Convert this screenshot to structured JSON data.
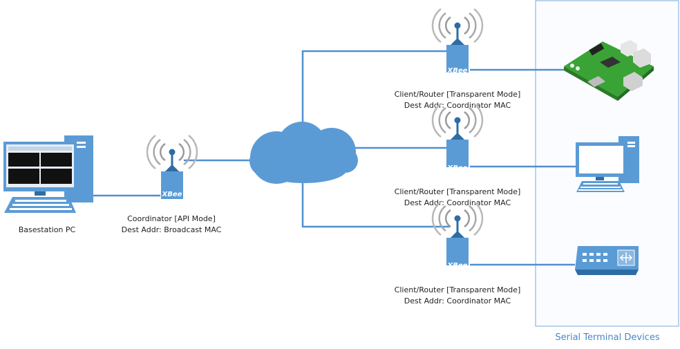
{
  "nodes": {
    "basestation": {
      "label": "Basestation PC"
    },
    "coordinator": {
      "badge": "XBee",
      "line1": "Coordinator [API Mode]",
      "line2": "Dest Addr: Broadcast MAC"
    },
    "router1": {
      "badge": "XBee",
      "line1": "Client/Router [Transparent Mode]",
      "line2": "Dest Addr: Coordinator MAC"
    },
    "router2": {
      "badge": "XBee",
      "line1": "Client/Router [Transparent Mode]",
      "line2": "Dest Addr: Coordinator MAC"
    },
    "router3": {
      "badge": "XBee",
      "line1": "Client/Router [Transparent Mode]",
      "line2": "Dest Addr: Coordinator MAC"
    }
  },
  "group": {
    "label": "Serial Terminal Devices"
  },
  "colors": {
    "accent": "#5b9bd5",
    "accent_dark": "#2e6ca4",
    "wire": "#4f8fcf",
    "group_border": "#7aaad8",
    "board_green": "#3aa335"
  },
  "icons": [
    "desktop-pc-icon",
    "xbee-radio-icon",
    "cloud-icon",
    "raspberry-pi-board-icon",
    "monitor-pc-icon",
    "network-switch-icon"
  ]
}
